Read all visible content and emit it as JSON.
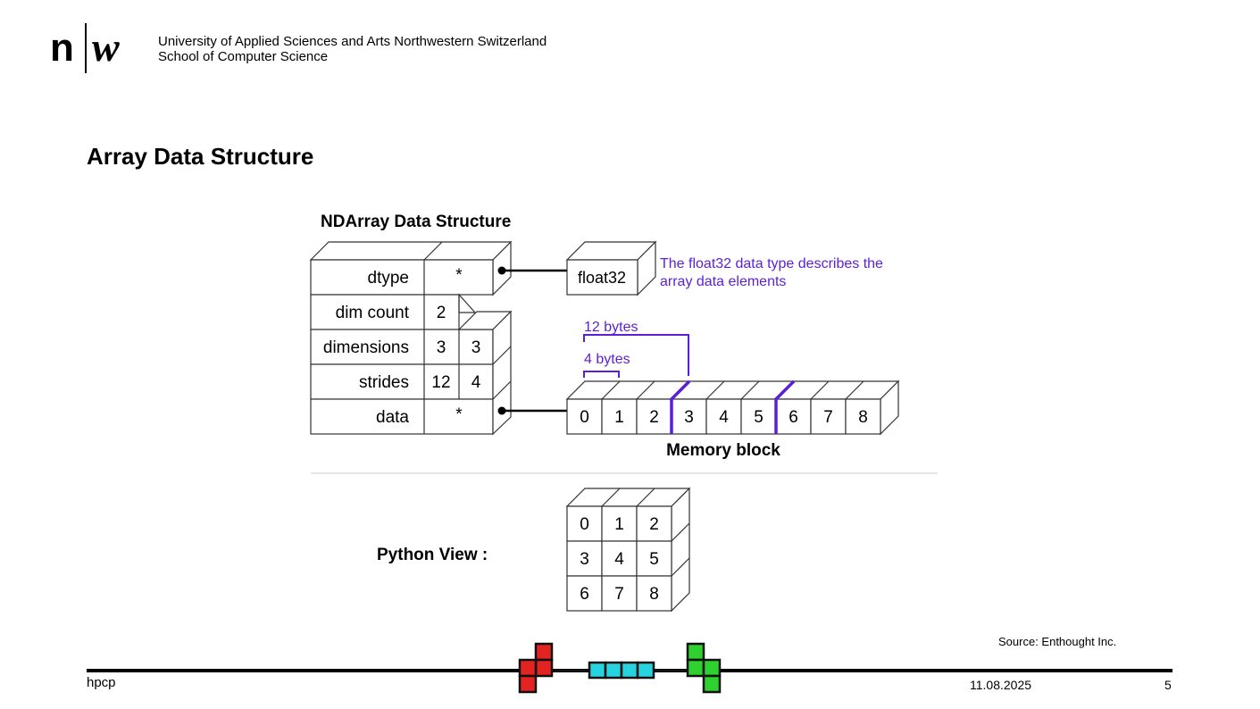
{
  "header": {
    "logo_text": "n|w",
    "institution_line1": "University of Applied Sciences and Arts Northwestern Switzerland",
    "institution_line2": "School of Computer Science"
  },
  "slide": {
    "title": "Array Data Structure"
  },
  "diagram": {
    "heading": "NDArray Data Structure",
    "rows": [
      {
        "label": "dtype",
        "values": [
          "*"
        ]
      },
      {
        "label": "dim count",
        "values": [
          "2"
        ]
      },
      {
        "label": "dimensions",
        "values": [
          "3",
          "3"
        ]
      },
      {
        "label": "strides",
        "values": [
          "12",
          "4"
        ]
      },
      {
        "label": "data",
        "values": [
          "*"
        ]
      }
    ],
    "dtype_box": "float32",
    "dtype_note_line1": "The float32 data type describes the",
    "dtype_note_line2": "array data elements",
    "bracket_12": "12 bytes",
    "bracket_4": "4 bytes",
    "memory_cells": [
      "0",
      "1",
      "2",
      "3",
      "4",
      "5",
      "6",
      "7",
      "8"
    ],
    "memory_label": "Memory block",
    "python_view_label": "Python View :",
    "python_grid": [
      [
        "0",
        "1",
        "2"
      ],
      [
        "3",
        "4",
        "5"
      ],
      [
        "6",
        "7",
        "8"
      ]
    ],
    "accent_color": "#5b1fd6"
  },
  "source": "Source: Enthought Inc.",
  "footer": {
    "left": "hpcp",
    "date": "11.08.2025",
    "page": "5"
  }
}
